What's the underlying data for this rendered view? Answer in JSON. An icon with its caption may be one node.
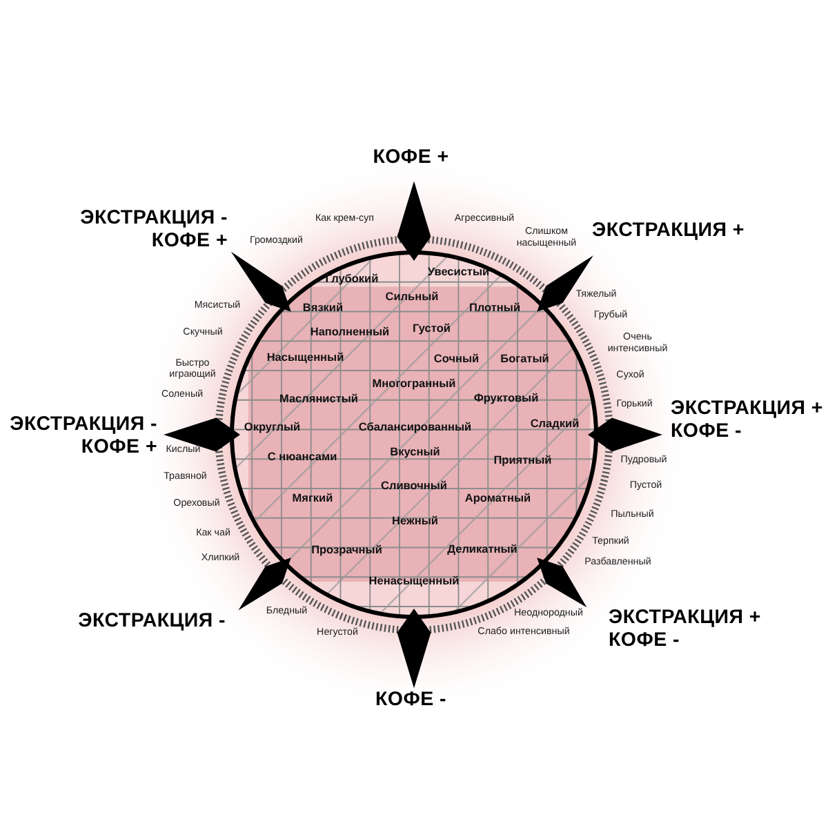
{
  "diagram": {
    "labels": [
      "КОФЕ +",
      "Как крем-суп",
      "Агрессивный",
      "ЭКСТРАКЦИЯ - КОФЕ +",
      "ЭКСТРАКЦИЯ +",
      "Слишком насыщенный",
      "Громоздкий",
      "Глубокий",
      "Увесистый",
      "Тяжелый",
      "Сильный",
      "Мясистый",
      "Вязкий",
      "Плотный",
      "Грубый",
      "Густой",
      "Наполненный",
      "Скучный",
      "Очень интенсивный",
      "Насыщенный",
      "Сочный",
      "Богатый",
      "Быстро играющий",
      "Сухой",
      "Многогранный",
      "Соленый",
      "Маслянистый",
      "Фруктовый",
      "Горький",
      "ЭКСТРАКЦИЯ - КОФЕ +",
      "ЭКСТРАКЦИЯ + КОФЕ -",
      "Округлый",
      "Сбалансированный",
      "Сладкий",
      "Кислый",
      "Вкусный",
      "Пудровый",
      "С нюансами",
      "Приятный",
      "Травяной",
      "Сливочный",
      "Пустой",
      "Мягкий",
      "Ароматный",
      "Ореховый",
      "Пыльный",
      "Нежный",
      "Как чай",
      "Терпкий",
      "Прозрачный",
      "Деликатный",
      "Хлипкий",
      "Разбавленный",
      "Ненасыщенный",
      "Бледный",
      "Неоднородный",
      "ЭКСТРАКЦИЯ -",
      "ЭКСТРАКЦИЯ + КОФЕ -",
      "Негустой",
      "Слабо интенсивный",
      "КОФЕ -"
    ]
  }
}
